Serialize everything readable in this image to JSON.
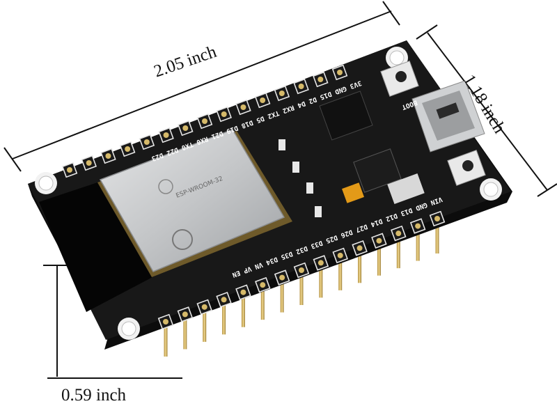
{
  "dimensions": {
    "length": "2.05 inch",
    "width": "1.18 inch",
    "height": "0.59 inch"
  },
  "board": {
    "top_pin_labels": "3V3 GND D15 D2 D4 RX2 TX2 D5 D18 D19 D21 RX0 TX0 D22 D23",
    "bottom_pin_labels": "VIN GND D13 D12 D14 D27 D26 D25 D33 D32 D35 D34 VN VP EN",
    "button_label": "BOOT",
    "module_text": "ESP-WROOM-32"
  },
  "colors": {
    "pcb": "#151515",
    "shield": "#c9cbcd",
    "pins": "#d6ba6a",
    "pad_outline": "#e6e6e6",
    "dimension_lines": "#111111"
  }
}
